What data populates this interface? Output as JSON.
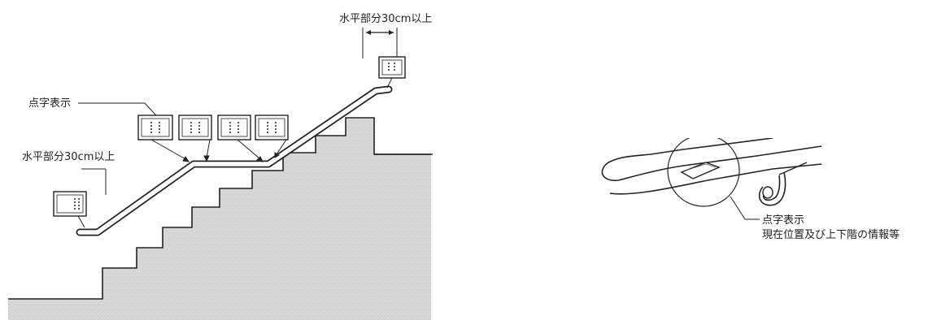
{
  "stairs": {
    "top_label": "水平部分30cm以上",
    "braille_label": "点字表示",
    "bottom_label": "水平部分30cm以上"
  },
  "detail": {
    "label_line1": "点字表示",
    "label_line2": "現在位置及び上下階の情報等"
  },
  "icons": [
    "braille-plate-icon"
  ]
}
